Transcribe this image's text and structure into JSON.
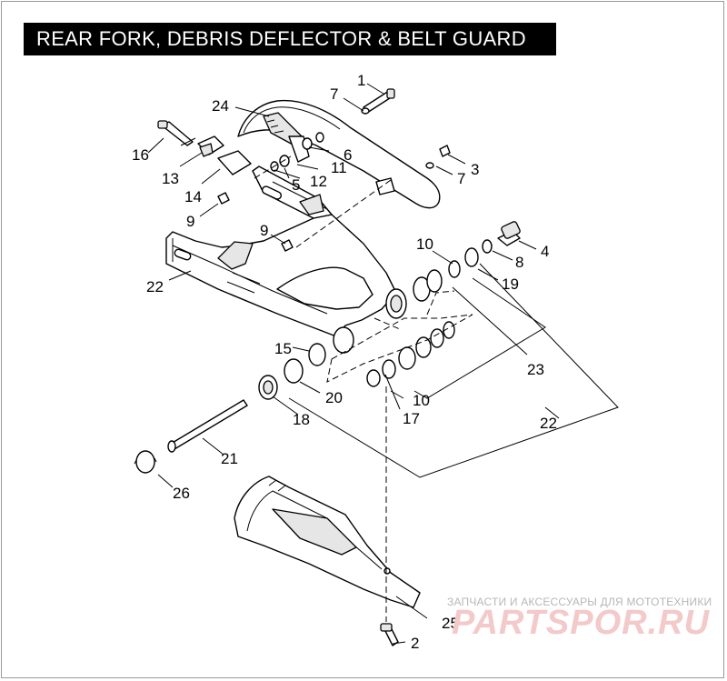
{
  "title": "REAR FORK, DEBRIS DEFLECTOR & BELT GUARD",
  "callouts": {
    "c1": "1",
    "c2": "2",
    "c3": "3",
    "c4": "4",
    "c5": "5",
    "c6": "6",
    "c7a": "7",
    "c7b": "7",
    "c8": "8",
    "c9a": "9",
    "c9b": "9",
    "c10a": "10",
    "c10b": "10",
    "c11": "11",
    "c12": "12",
    "c13": "13",
    "c14": "14",
    "c15": "15",
    "c16": "16",
    "c17": "17",
    "c18": "18",
    "c19": "19",
    "c20": "20",
    "c21": "21",
    "c22a": "22",
    "c22b": "22",
    "c23": "23",
    "c24": "24",
    "c25": "25",
    "c26": "26"
  },
  "watermark": {
    "subtitle": "ЗАПЧАСТИ И АКСЕССУАРЫ ДЛЯ МОТОТЕХНИКИ",
    "logo": "PARTSPOR.RU"
  }
}
